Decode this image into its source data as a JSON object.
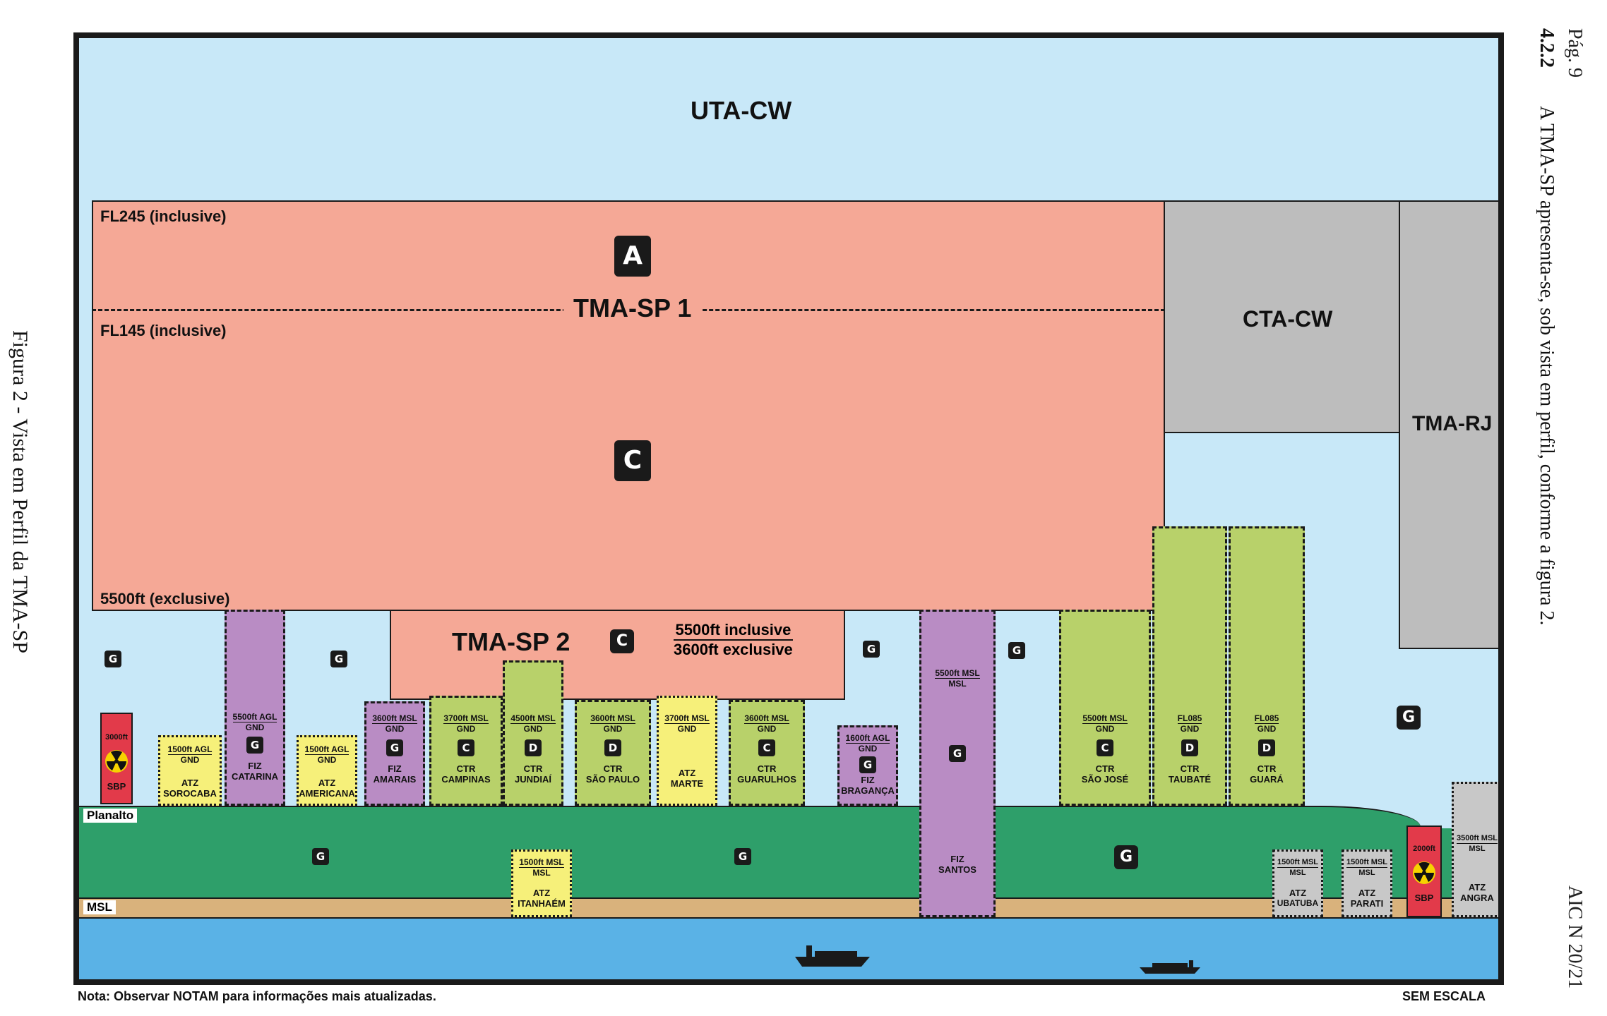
{
  "page": {
    "header_page": "Pág. 9",
    "section_number": "4.2.2",
    "section_text": "A TMA-SP apresenta-se, sob vista em perfil, conforme a figura 2.",
    "footer_doc": "AIC N 20/21",
    "figure_caption": "Figura 2 - Vista em Perfil da TMA-SP"
  },
  "diagram": {
    "uta": "UTA-CW",
    "tma_sp1": "TMA-SP 1",
    "fl245": "FL245 (inclusive)",
    "fl145": "FL145 (inclusive)",
    "f5500": "5500ft (exclusive)",
    "class_a": "A",
    "class_c": "C",
    "cta": "CTA-CW",
    "tma_rj": "TMA-RJ",
    "tma_sp2": "TMA-SP 2",
    "tma_sp2_class": "C",
    "tma_sp2_upper": "5500ft inclusive",
    "tma_sp2_lower": "3600ft exclusive",
    "planalto": "Planalto",
    "msl": "MSL",
    "g": "G",
    "note": "Nota: Observar NOTAM para informações mais atualizadas.",
    "scale": "SEM ESCALA",
    "colors": {
      "sky": "#c8e8f8",
      "tma1": "#f5a896",
      "cta": "#bdbdbd",
      "fiz": "#b98cc4",
      "ctr": "#b8d16a",
      "atz_yellow": "#f6f07a",
      "atz_grey": "#c8c8c8",
      "sbp": "#e23a4a",
      "planalto": "#2e9f6a",
      "sand": "#d9b27c",
      "sea": "#5ab2e6"
    },
    "zones": {
      "sbp1": {
        "top": "3000ft",
        "name": "SBP"
      },
      "sorocaba": {
        "top": "1500ft AGL",
        "bottom": "GND",
        "type": "ATZ",
        "name": "SOROCABA"
      },
      "catarina": {
        "top": "5500ft AGL",
        "bottom": "GND",
        "class": "G",
        "type": "FIZ",
        "name": "CATARINA"
      },
      "americana": {
        "top": "1500ft AGL",
        "bottom": "GND",
        "type": "ATZ",
        "name": "AMERICANA"
      },
      "amarais": {
        "top": "3600ft MSL",
        "bottom": "GND",
        "class": "G",
        "type": "FIZ",
        "name": "AMARAIS"
      },
      "campinas": {
        "top": "3700ft MSL",
        "bottom": "GND",
        "class": "C",
        "type": "CTR",
        "name": "CAMPINAS"
      },
      "jundiai": {
        "top": "4500ft MSL",
        "bottom": "GND",
        "class": "D",
        "type": "CTR",
        "name": "JUNDIAÍ"
      },
      "saopaulo": {
        "top": "3600ft MSL",
        "bottom": "GND",
        "class": "D",
        "type": "CTR",
        "name": "SÃO PAULO"
      },
      "marte": {
        "top": "3700ft MSL",
        "bottom": "GND",
        "type": "ATZ",
        "name": "MARTE"
      },
      "guarulhos": {
        "top": "3600ft MSL",
        "bottom": "GND",
        "class": "C",
        "type": "CTR",
        "name": "GUARULHOS"
      },
      "braganca": {
        "top": "1600ft AGL",
        "bottom": "GND",
        "class": "G",
        "type": "FIZ",
        "name": "BRAGANÇA"
      },
      "santos": {
        "top": "5500ft MSL",
        "bottom": "MSL",
        "class": "G",
        "type": "FIZ",
        "name": "SANTOS"
      },
      "saojose": {
        "top": "5500ft MSL",
        "bottom": "GND",
        "class": "C",
        "type": "CTR",
        "name": "SÃO JOSÉ"
      },
      "taubate": {
        "top": "FL085",
        "bottom": "GND",
        "class": "D",
        "type": "CTR",
        "name": "TAUBATÉ"
      },
      "guara": {
        "top": "FL085",
        "bottom": "GND",
        "class": "D",
        "type": "CTR",
        "name": "GUARÁ"
      },
      "itanhaem": {
        "top": "1500ft MSL",
        "bottom": "MSL",
        "type": "ATZ",
        "name": "ITANHAÉM"
      },
      "ubatuba": {
        "top": "1500ft MSL",
        "bottom": "MSL",
        "type": "ATZ",
        "name": "UBATUBA"
      },
      "parati": {
        "top": "1500ft MSL",
        "bottom": "MSL",
        "type": "ATZ",
        "name": "PARATI"
      },
      "sbp2": {
        "top": "2000ft",
        "name": "SBP"
      },
      "angra": {
        "top": "3500ft MSL",
        "bottom": "MSL",
        "type": "ATZ",
        "name": "ANGRA"
      }
    }
  }
}
